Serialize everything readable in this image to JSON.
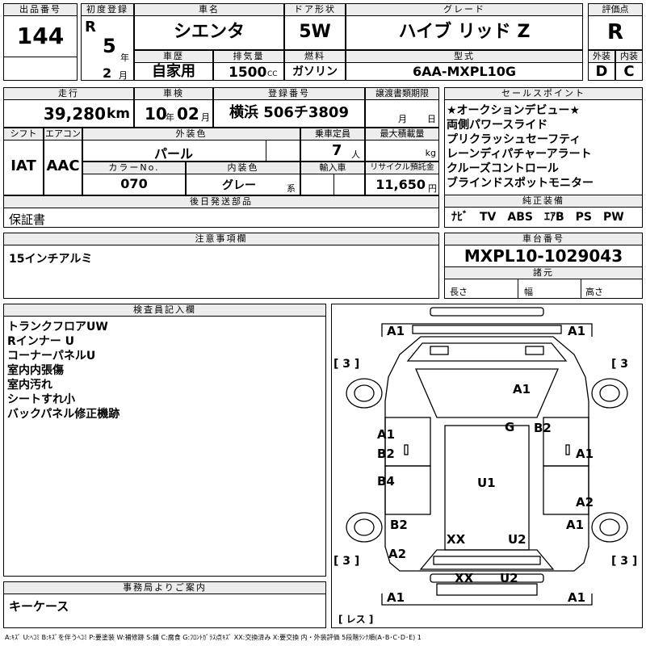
{
  "header": {
    "lot_label": "出品番号",
    "lot_no": "144",
    "first_reg_label": "初度登録",
    "era": "R",
    "reg_year": "5",
    "year_unit": "年",
    "reg_month": "2",
    "month_unit": "月",
    "model_label": "車名",
    "model_name": "シエンタ",
    "door_label": "ドア形状",
    "door_value": "5W",
    "grade_label": "グレード",
    "grade_value": "ハイブ リッド Z",
    "score_label": "評価点",
    "score_value": "R",
    "history_label": "車歴",
    "history_value": "自家用",
    "disp_label": "排気量",
    "disp_value": "1500",
    "disp_unit": "CC",
    "fuel_label": "燃料",
    "fuel_value": "ガソリン",
    "type_label": "型式",
    "type_value": "6AA-MXPL10G",
    "ext_label": "外装",
    "ext_value": "D",
    "int_label": "内装",
    "int_value": "C"
  },
  "row2": {
    "mileage_label": "走行",
    "mileage_value": "39,280",
    "mileage_unit": "km",
    "inspection_label": "車検",
    "insp_year": "10",
    "insp_year_unit": "年",
    "insp_month": "02",
    "insp_month_unit": "月",
    "plate_label": "登録番号",
    "plate_value": "横浜 506チ3809",
    "transfer_label": "譲渡書類期限",
    "transfer_month": "月",
    "transfer_day": "日",
    "shift_label": "シフト",
    "shift_value": "IAT",
    "aircon_label": "エアコン",
    "aircon_value": "AAC",
    "color_label": "外装色",
    "color_value": "パール",
    "capacity_label": "乗車定員",
    "capacity_value": "7",
    "capacity_unit": "人",
    "load_label": "最大積載量",
    "load_unit": "kg",
    "color_no_label": "カラーNo.",
    "color_no_value": "070",
    "int_color_label": "内装色",
    "int_color_value": "グレー",
    "int_color_unit": "系",
    "import_label": "輸入車",
    "recycle_label": "リサイクル預託金",
    "recycle_value": "11,650",
    "recycle_unit": "円",
    "parts_label": "後日発送部品",
    "parts_value": "保証書"
  },
  "sales": {
    "label": "セールスポイント",
    "points": [
      "★オークションデビュー★",
      "両側パワースライド",
      "プリクラッシュセーフティ",
      "レーンディパチャーアラート",
      "クルーズコントロール",
      "ブラインドスポットモニター"
    ],
    "equip_label": "純正装備",
    "equip_value": "ﾅﾋﾞ　TV　ABS　ｴｱB　PS　PW"
  },
  "notes": {
    "label": "注意事項欄",
    "value": "15インチアルミ"
  },
  "chassis": {
    "label": "車台番号",
    "value": "MXPL10-1029043",
    "spec_label": "諸元",
    "length_label": "長さ",
    "width_label": "幅",
    "height_label": "高さ"
  },
  "inspector": {
    "label": "検査員記入欄",
    "lines": [
      "トランクフロアUW",
      "Rインナー U",
      "コーナーパネルU",
      "室内内張傷",
      "室内汚れ",
      "シートすれ小",
      "バックパネル修正機跡"
    ]
  },
  "office": {
    "label": "事務局よりご案内",
    "value": "キーケース"
  },
  "diagram": {
    "marks": {
      "fl": "A1",
      "fr": "A1",
      "roof": "A1",
      "g": "G",
      "b2r": "B2",
      "la1": "A1",
      "lb2": "B2",
      "lb4": "B4",
      "lb2b": "B2",
      "la2": "A2",
      "ra1": "A1",
      "ra2": "A2",
      "ra1b": "A1",
      "u1": "U1",
      "xx": "XX",
      "u2": "U2",
      "rxx": "XX",
      "ru2": "U2",
      "bl": "A1",
      "br": "A1"
    },
    "tire_l_top": "[ 3 ]",
    "tire_r_top": "[ 3",
    "tire_l_bot": "[ 3 ]",
    "tire_r_bot": "[ 3 ]",
    "spare": "[ レス ]"
  },
  "legend": "A:ｷｽﾞ  U:ﾍｺﾐ  B:ｷｽﾞを伴うﾍｺﾐ  P:要塗装  W:補修跡  S:錆  C:腐食  G:ﾌﾛﾝﾄｶﾞﾗｽ点ｷｽﾞ  XX:交換済み  X:要交換   内・外装評価  5段階ﾗﾝｸ順(A･B･C･D･E) 1"
}
